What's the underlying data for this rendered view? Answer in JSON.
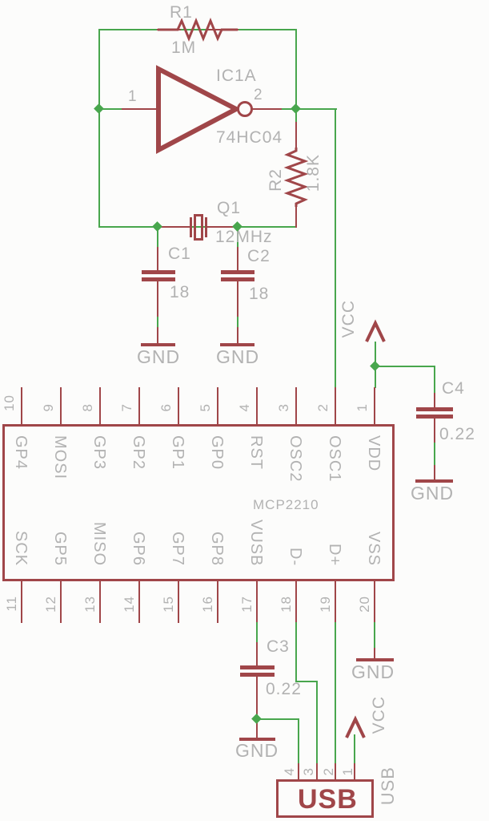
{
  "colors": {
    "bg": "#fcfcfb",
    "wire": "#48a64d",
    "component": "#a04649",
    "text": "#b2b2b2"
  },
  "osc": {
    "r1": {
      "name": "R1",
      "value": "1M"
    },
    "gate": {
      "name": "IC1A",
      "part": "74HC04",
      "pin_in": "1",
      "pin_out": "2"
    },
    "r2": {
      "name": "R2",
      "value": "1.8K"
    },
    "xtal": {
      "name": "Q1",
      "value": "12MHz"
    },
    "c1": {
      "name": "C1",
      "value": "18",
      "gnd": "GND"
    },
    "c2": {
      "name": "C2",
      "value": "18",
      "gnd": "GND"
    }
  },
  "power": {
    "vcc": "VCC",
    "c4": {
      "name": "C4",
      "value": "0.22",
      "gnd": "GND"
    }
  },
  "ic": {
    "part": "MCP2210",
    "top_pins": [
      {
        "n": "10",
        "label": "GP4"
      },
      {
        "n": "9",
        "label": "MOSI"
      },
      {
        "n": "8",
        "label": "GP3"
      },
      {
        "n": "7",
        "label": "GP2"
      },
      {
        "n": "6",
        "label": "GP1"
      },
      {
        "n": "5",
        "label": "GP0"
      },
      {
        "n": "4",
        "label": "RST"
      },
      {
        "n": "3",
        "label": "OSC2"
      },
      {
        "n": "2",
        "label": "OSC1"
      },
      {
        "n": "1",
        "label": "VDD"
      }
    ],
    "bottom_pins": [
      {
        "n": "11",
        "label": "SCK"
      },
      {
        "n": "12",
        "label": "GP5"
      },
      {
        "n": "13",
        "label": "MISO"
      },
      {
        "n": "14",
        "label": "GP6"
      },
      {
        "n": "15",
        "label": "GP7"
      },
      {
        "n": "16",
        "label": "GP8"
      },
      {
        "n": "17",
        "label": "VUSB"
      },
      {
        "n": "18",
        "label": "D-"
      },
      {
        "n": "19",
        "label": "D+"
      },
      {
        "n": "20",
        "label": "VSS"
      }
    ]
  },
  "usb_section": {
    "c3": {
      "name": "C3",
      "value": "0.22",
      "gnd": "GND"
    },
    "vss_gnd": "GND",
    "vcc": "VCC",
    "usb": {
      "title": "USB",
      "ref": "USB",
      "pins": [
        "4",
        "3",
        "2",
        "1"
      ]
    }
  }
}
